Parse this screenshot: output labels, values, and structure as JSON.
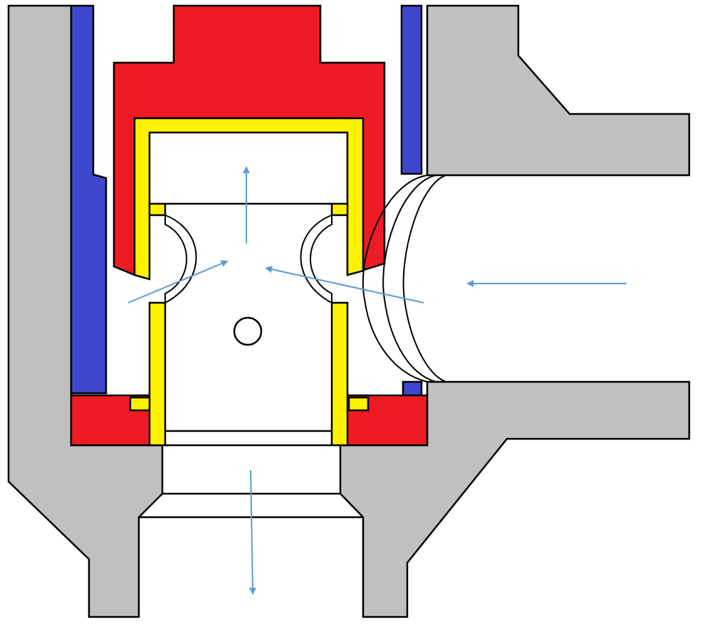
{
  "diagram": {
    "kind": "valve cross-section",
    "components": [
      {
        "name": "valve-body",
        "color": "#c0c0c0"
      },
      {
        "name": "valve-plug",
        "color": "#ed1c24"
      },
      {
        "name": "plug-seal",
        "color": "#fff200"
      },
      {
        "name": "sleeve",
        "color": "#3f48cc"
      }
    ],
    "flow_arrow_color": "#5b9bd5",
    "outline_color": "#000000",
    "flow": {
      "inlet": "right",
      "outlets": [
        "top",
        "bottom"
      ]
    }
  }
}
